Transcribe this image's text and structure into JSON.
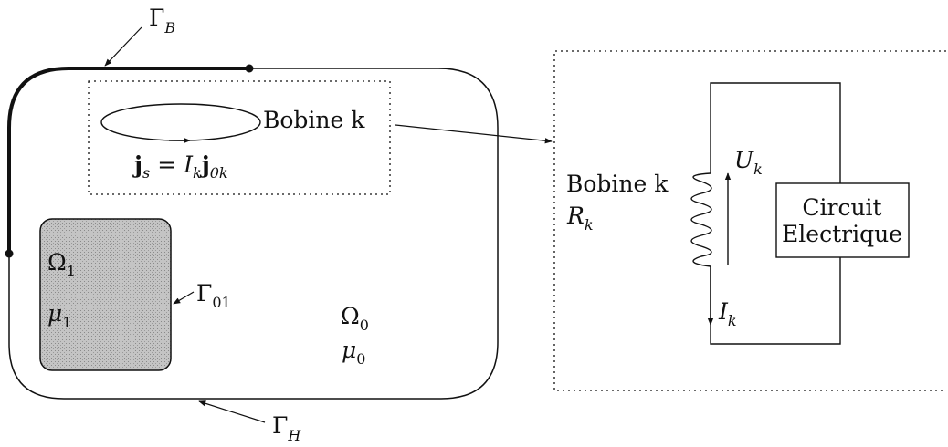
{
  "gamma_b": {
    "sym": "Γ",
    "sub": "B"
  },
  "gamma_h": {
    "sym": "Γ",
    "sub": "H"
  },
  "gamma_01": {
    "sym": "Γ",
    "sub": "01"
  },
  "omega_1": {
    "sym": "Ω",
    "sub": "1"
  },
  "mu_1": {
    "sym": "μ",
    "sub": "1"
  },
  "omega_0": {
    "sym": "Ω",
    "sub": "0"
  },
  "mu_0": {
    "sym": "μ",
    "sub": "0"
  },
  "coil_label": "Bobine k",
  "current_eq": {
    "j": "j",
    "s": "s",
    "eq": " = ",
    "I": "I",
    "k": "k",
    "j2": "j",
    "sub2": "0k"
  },
  "circuit": {
    "coil_label": "Bobine k",
    "R": "R",
    "R_sub": "k",
    "U": "U",
    "U_sub": "k",
    "I": "I",
    "I_sub": "k",
    "box_line1": "Circuit",
    "box_line2": "Electrique"
  },
  "colors": {
    "ink": "#111111",
    "material_fill": "#c4c4c4"
  }
}
